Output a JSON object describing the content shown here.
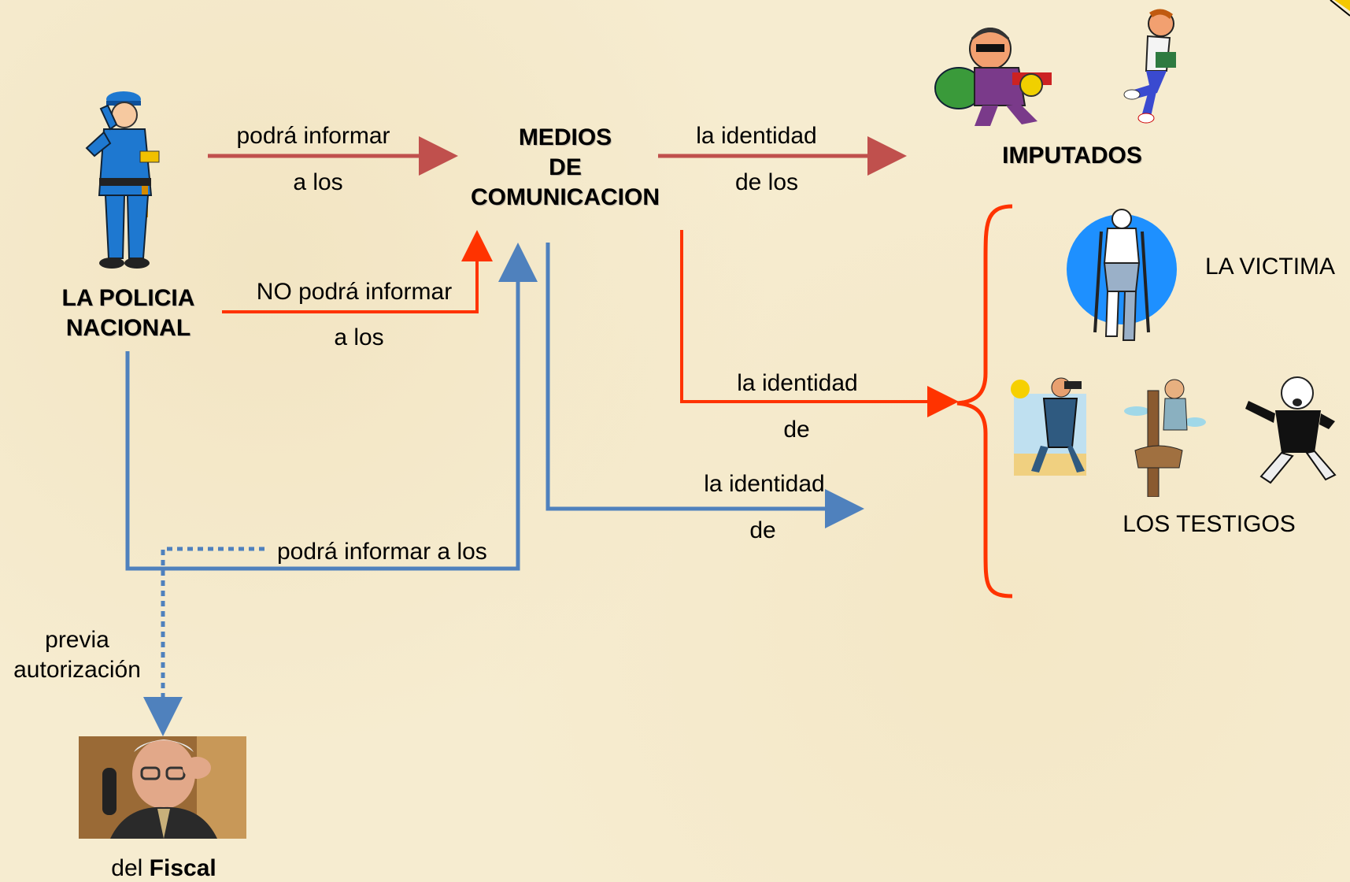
{
  "police": {
    "line1": "LA POLICIA",
    "line2": "NACIONAL"
  },
  "media": {
    "line1": "MEDIOS",
    "line2": "DE",
    "line3": "COMUNICACION"
  },
  "imputados": "IMPUTADOS",
  "victim": "LA VICTIMA",
  "witnesses": "LOS TESTIGOS",
  "arrow_labels": {
    "police_to_media_top": "podrá informar",
    "police_to_media_bottom": "a los",
    "media_to_imputados_top": "la identidad",
    "media_to_imputados_bottom": "de los",
    "not_inform_top": "NO podrá informar",
    "not_inform_bottom": "a los",
    "media_to_victim_top": "la identidad",
    "media_to_victim_bottom": "de",
    "media_to_witness_top": "la identidad",
    "media_to_witness_bottom": "de",
    "police_inform_with_auth": "podrá informar a los",
    "prior_line1": "previa",
    "prior_line2": "autorización",
    "fiscal_prefix": "del",
    "fiscal": "Fiscal"
  },
  "colors": {
    "allowed_arrow": "#c0504d",
    "forbidden_arrow": "#ff3300",
    "blue_arrow": "#4f81bd",
    "brace": "#ff3300",
    "victim_circle": "#1e90ff"
  },
  "icons": [
    "police-officer-icon",
    "thief-icon",
    "running-man-icon",
    "injured-victim-icon",
    "binoculars-witness-icon",
    "lookout-witness-icon",
    "shouting-witness-icon",
    "prosecutor-photo"
  ]
}
